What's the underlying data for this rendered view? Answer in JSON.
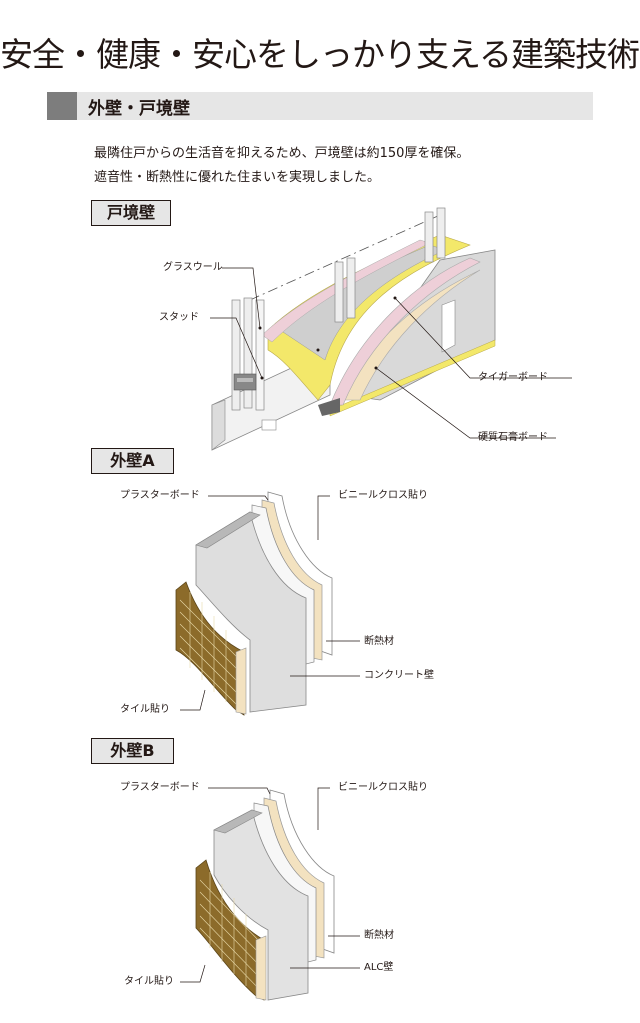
{
  "header": {
    "title": "安全・健康・安心をしっかり支える建築技術。"
  },
  "section": {
    "label": "外壁・戸境壁"
  },
  "intro": {
    "line1": "最隣住戸からの生活音を抑えるため、戸境壁は約150厚を確保。",
    "line2": "遮音性・断熱性に優れた住まいを実現しました。"
  },
  "figures": [
    {
      "title": "戸境壁",
      "labels": {
        "glass_wool": "グラスウール",
        "stud": "スタッド",
        "tiger_board": "タイガーボード",
        "hard_gypsum_board": "硬質石膏ボード"
      }
    },
    {
      "title": "外壁A",
      "labels": {
        "plaster_board": "プラスターボード",
        "vinyl_cloth": "ビニールクロス貼り",
        "insulation": "断熱材",
        "concrete_wall": "コンクリート壁",
        "tile": "タイル貼り"
      }
    },
    {
      "title": "外壁B",
      "labels": {
        "plaster_board": "プラスターボード",
        "vinyl_cloth": "ビニールクロス貼り",
        "insulation": "断熱材",
        "alc_wall": "ALC壁",
        "tile": "タイル貼り"
      }
    }
  ],
  "colors": {
    "title_text": "#231815",
    "section_bar": "#e6e6e6",
    "section_mark": "#7d7d7d",
    "glass_wool": "#f3e86a",
    "gypsum_pink": "#eecfd8",
    "board_beige": "#f3e2c0",
    "wall_gray": "#d9d9d9",
    "tile_brown": "#8c6b2a"
  }
}
